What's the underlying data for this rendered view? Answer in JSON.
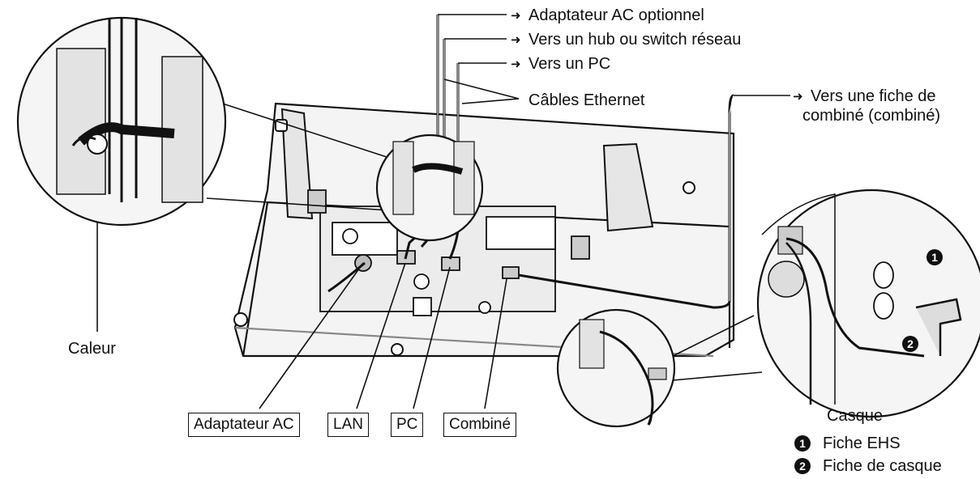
{
  "labels": {
    "ac_optional": "Adaptateur AC optionnel",
    "to_hub": "Vers un hub ou switch réseau",
    "to_pc": "Vers un PC",
    "ethernet_cables": "Câbles Ethernet",
    "to_handset_line1": "Vers une fiche de",
    "to_handset_line2": "combiné (combiné)",
    "caleur": "Caleur",
    "casque": "Casque"
  },
  "port_boxes": {
    "ac_adapter": "Adaptateur AC",
    "lan": "LAN",
    "pc": "PC",
    "combine": "Combiné"
  },
  "legend": [
    {
      "badge": "1",
      "text": "Fiche EHS"
    },
    {
      "badge": "2",
      "text": "Fiche de casque"
    }
  ],
  "badges": [
    "1",
    "2"
  ],
  "icons": {
    "arrow": "right-arrow-icon"
  },
  "colors": {
    "line": "#111111",
    "device_fill": "#ffffff",
    "shade": "#d9d9d9"
  }
}
